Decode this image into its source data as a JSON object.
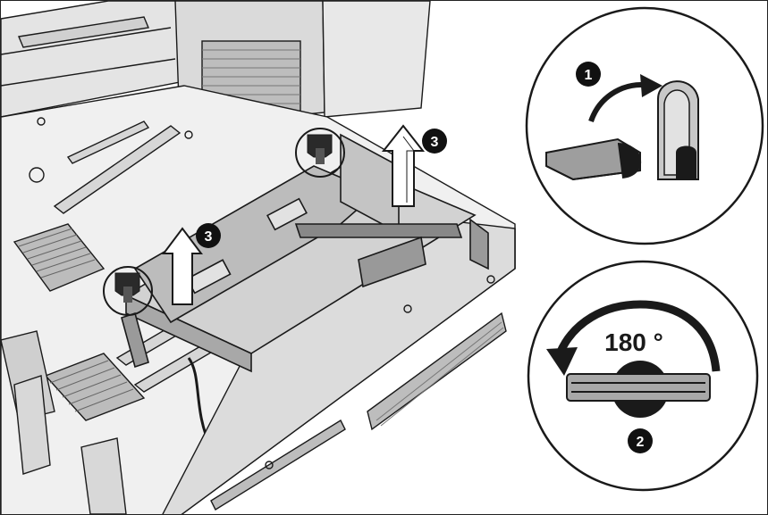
{
  "steps": {
    "step1": "1",
    "step2": "2",
    "step3": "3"
  },
  "rotation_label": "180 °",
  "colors": {
    "line": "#1a1a1a",
    "chassis_gray": "#c8c8c8",
    "cage_gray": "#9a9a9a",
    "dark_fill": "#111111",
    "panel_bg": "#ffffff"
  },
  "icons": [
    "up-arrow-icon",
    "curved-arrow-icon",
    "rotation-arrow-icon",
    "highlight-circle-icon"
  ]
}
